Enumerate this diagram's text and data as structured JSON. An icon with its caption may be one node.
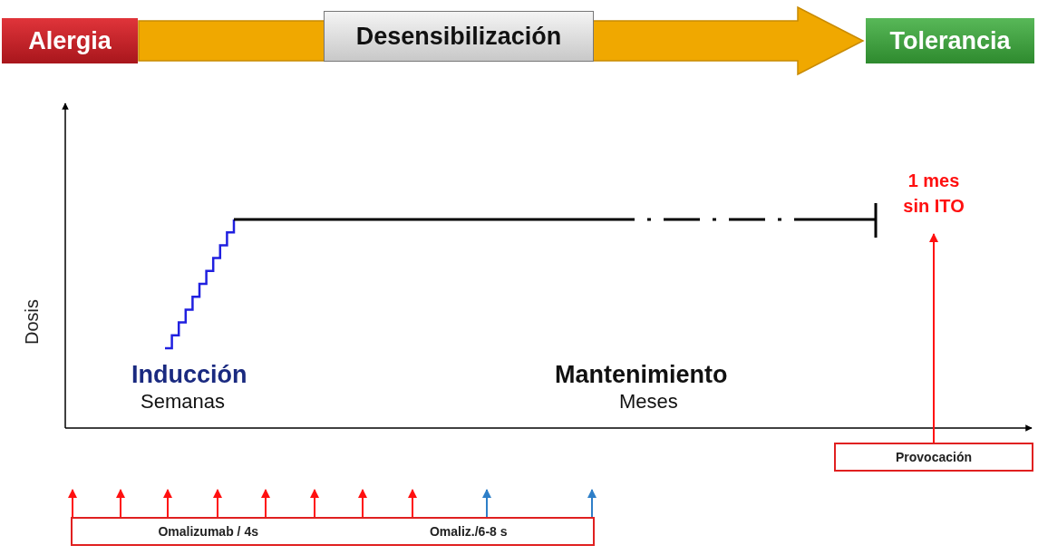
{
  "diagram": {
    "nodes": [
      {
        "text": [
          "Alergia"
        ]
      },
      {
        "text": [
          "Desensibilización"
        ]
      },
      {
        "text": [
          "Tolerancia"
        ]
      },
      {
        "text": [
          "1 mes sin ITO"
        ]
      },
      {
        "text": [
          "Provocación"
        ]
      },
      {
        "text": [
          "Omalizumab / 4s",
          "Omaliz./6-8 s"
        ]
      }
    ],
    "edges": [
      {
        "from": 0,
        "to": 2,
        "arrow": "to",
        "color": "#f0a800"
      },
      {
        "from": 4,
        "to": 3,
        "arrow": "to"
      },
      {
        "from": 5,
        "to": null,
        "arrow": "to"
      },
      {
        "from": 5,
        "to": null,
        "arrow": "to"
      },
      {
        "from": 5,
        "to": null,
        "arrow": "to"
      },
      {
        "from": 5,
        "to": null,
        "arrow": "to"
      },
      {
        "from": 5,
        "to": null,
        "arrow": "to"
      },
      {
        "from": 5,
        "to": null,
        "arrow": "to"
      },
      {
        "from": 5,
        "to": null,
        "arrow": "to"
      },
      {
        "from": 5,
        "to": null,
        "arrow": "to"
      },
      {
        "from": 5,
        "to": null,
        "arrow": "to",
        "color": "#2e7fc8"
      },
      {
        "from": 5,
        "to": null,
        "arrow": "to",
        "color": "#2e7fc8"
      }
    ],
    "labels": [
      "Dosis",
      "Inducción",
      "Semanas",
      "Mantenimiento",
      "Meses"
    ]
  }
}
